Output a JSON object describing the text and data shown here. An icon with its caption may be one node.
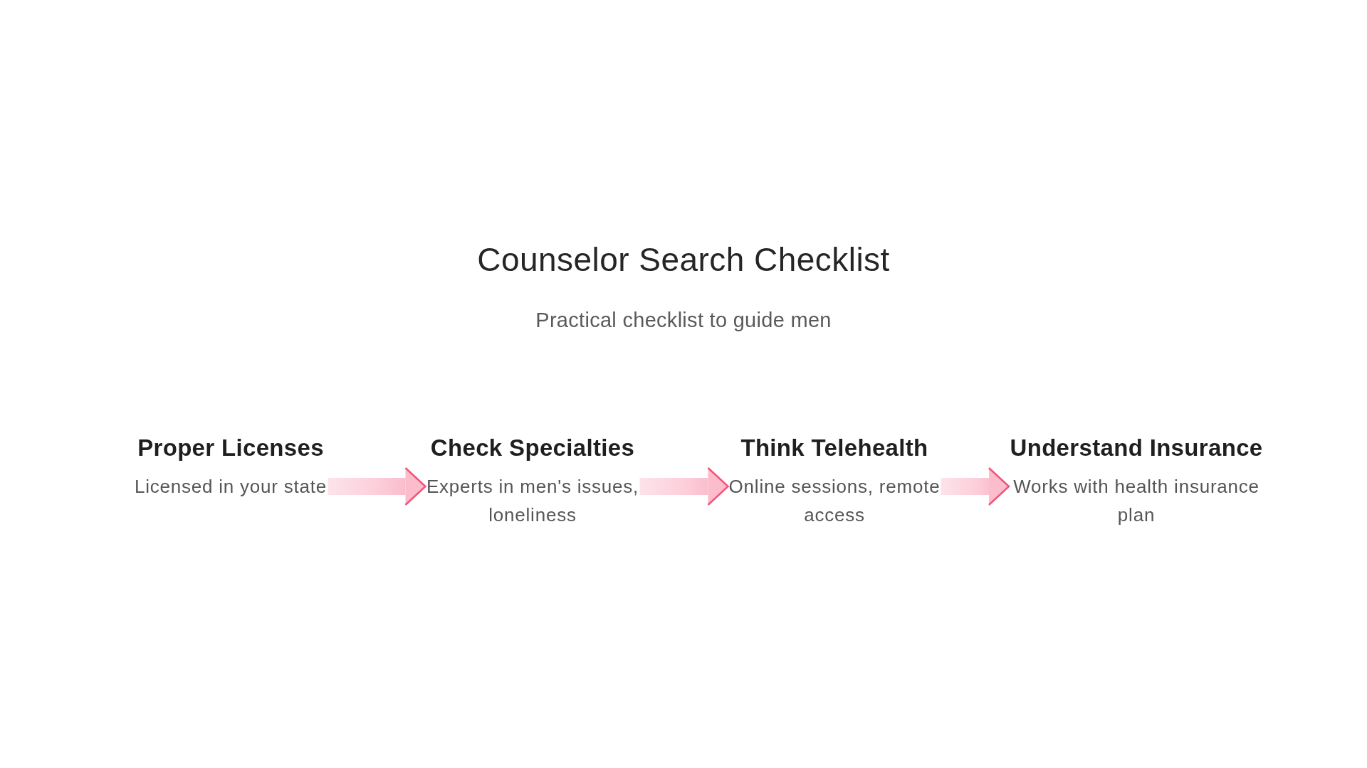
{
  "diagram": {
    "title": "Counselor Search Checklist",
    "nodes": [
      {
        "text": [
          "Proper Licenses",
          "Licensed in your state"
        ]
      },
      {
        "text": [
          "Check Specialties",
          "Experts in men's issues, loneliness"
        ]
      },
      {
        "text": [
          "Think Telehealth",
          "Online sessions, remote access"
        ]
      },
      {
        "text": [
          "Understand Insurance",
          "Works with health insurance plan"
        ]
      }
    ],
    "edges": [
      {
        "from": 0,
        "to": 1,
        "arrow": "to"
      },
      {
        "from": 1,
        "to": 2,
        "arrow": "to"
      },
      {
        "from": 2,
        "to": 3,
        "arrow": "to"
      }
    ],
    "labels": [
      "Practical checklist to guide men"
    ]
  }
}
